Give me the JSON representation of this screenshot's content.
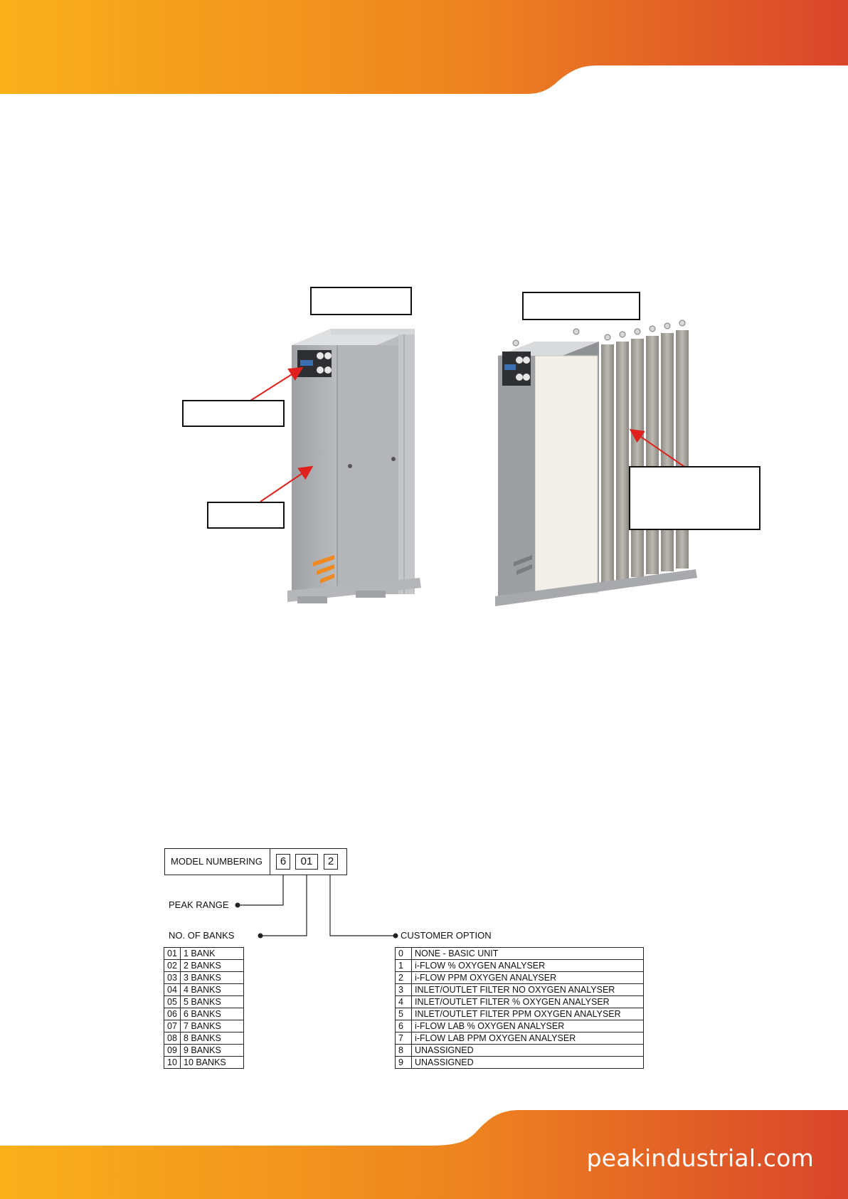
{
  "brand": {
    "website": "peakindustrial.com",
    "colors": {
      "band_start": "#f9b01a",
      "band_mid": "#ee8420",
      "band_end": "#d9452b",
      "pointer_red": "#e0201c"
    }
  },
  "figure": {
    "callouts": [
      "",
      "",
      "",
      "",
      ""
    ]
  },
  "model_numbering": {
    "label": "MODEL NUMBERING",
    "code": [
      "6",
      "01",
      "2"
    ],
    "fields": {
      "peak_range": "PEAK RANGE",
      "banks": "NO. OF BANKS",
      "customer_option": "CUSTOMER OPTION"
    },
    "banks_table": [
      [
        "01",
        "1 BANK"
      ],
      [
        "02",
        "2 BANKS"
      ],
      [
        "03",
        "3 BANKS"
      ],
      [
        "04",
        "4 BANKS"
      ],
      [
        "05",
        "5 BANKS"
      ],
      [
        "06",
        "6 BANKS"
      ],
      [
        "07",
        "7 BANKS"
      ],
      [
        "08",
        "8 BANKS"
      ],
      [
        "09",
        "9 BANKS"
      ],
      [
        "10",
        "10 BANKS"
      ]
    ],
    "options_table": [
      [
        "0",
        "NONE - BASIC UNIT"
      ],
      [
        "1",
        "i-FLOW % OXYGEN ANALYSER"
      ],
      [
        "2",
        "i-FLOW PPM OXYGEN ANALYSER"
      ],
      [
        "3",
        "INLET/OUTLET FILTER NO OXYGEN ANALYSER"
      ],
      [
        "4",
        "INLET/OUTLET FILTER % OXYGEN ANALYSER"
      ],
      [
        "5",
        "INLET/OUTLET FILTER PPM OXYGEN ANALYSER"
      ],
      [
        "6",
        "i-FLOW LAB % OXYGEN ANALYSER"
      ],
      [
        "7",
        "i-FLOW LAB PPM OXYGEN ANALYSER"
      ],
      [
        "8",
        "UNASSIGNED"
      ],
      [
        "9",
        "UNASSIGNED"
      ]
    ]
  }
}
